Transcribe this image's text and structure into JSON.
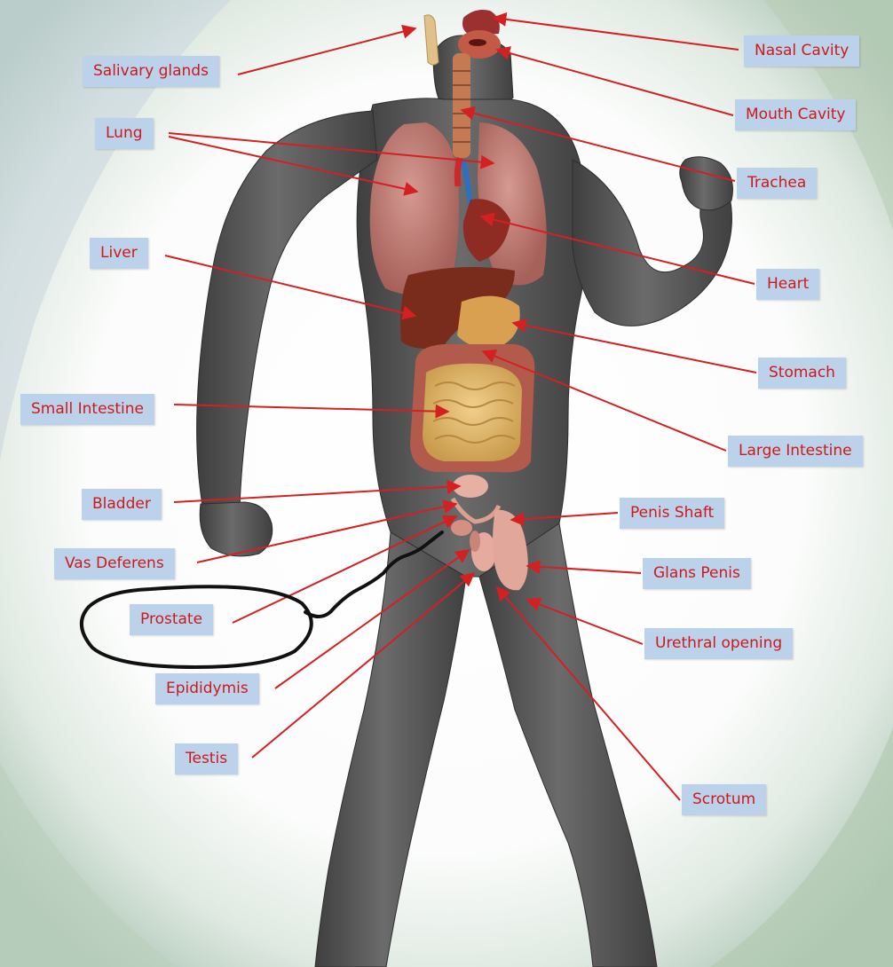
{
  "labels": {
    "salivary_glands": "Salivary glands",
    "lung": "Lung",
    "liver": "Liver",
    "small_intestine": "Small Intestine",
    "bladder": "Bladder",
    "vas_deferens": "Vas Deferens",
    "prostate": "Prostate",
    "epididymis": "Epididymis",
    "testis": "Testis",
    "nasal_cavity": "Nasal Cavity",
    "mouth_cavity": "Mouth Cavity",
    "trachea": "Trachea",
    "heart": "Heart",
    "stomach": "Stomach",
    "large_intestine": "Large Intestine",
    "penis_shaft": "Penis Shaft",
    "glans_penis": "Glans Penis",
    "urethral_opening": "Urethral opening",
    "scrotum": "Scrotum"
  },
  "colors": {
    "label_background": "#bcd2ea",
    "label_text": "#cc1a1a",
    "leader_line": "#d42020",
    "body_silhouette": "#555555",
    "highlight_outline": "#111111"
  }
}
